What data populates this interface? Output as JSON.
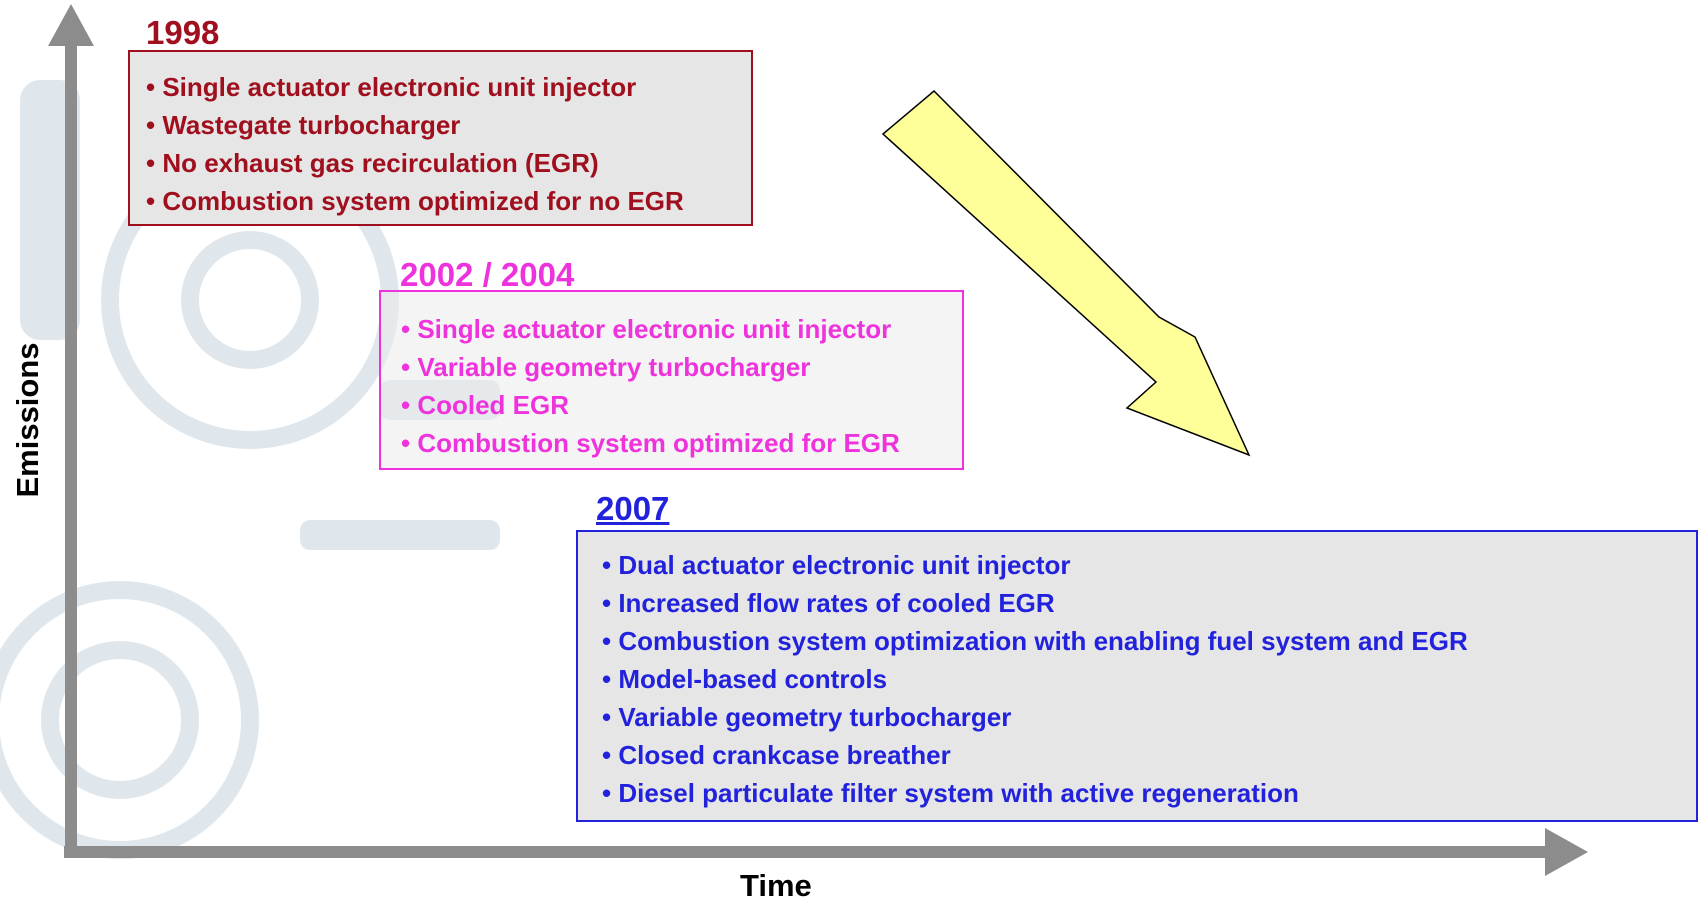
{
  "axes": {
    "y_label": "Emissions",
    "x_label": "Time"
  },
  "eras": [
    {
      "year": "1998",
      "color": "#a00f1e",
      "items": [
        "• Single actuator electronic unit injector",
        "• Wastegate turbocharger",
        "• No exhaust gas recirculation (EGR)",
        "• Combustion system optimized for no EGR"
      ]
    },
    {
      "year": "2002 / 2004",
      "color": "#ee33dd",
      "items": [
        "• Single actuator electronic unit injector",
        "• Variable geometry turbocharger",
        "• Cooled EGR",
        "• Combustion system optimized for EGR"
      ]
    },
    {
      "year": "2007",
      "color": "#2222dd",
      "items": [
        "• Dual actuator electronic unit injector",
        "• Increased flow rates of cooled EGR",
        "• Combustion system optimization with enabling fuel system and EGR",
        "• Model-based controls",
        "• Variable geometry turbocharger",
        "• Closed crankcase breather",
        "• Diesel particulate filter system with active regeneration"
      ]
    }
  ],
  "trend_arrow_color": "#ffff99"
}
